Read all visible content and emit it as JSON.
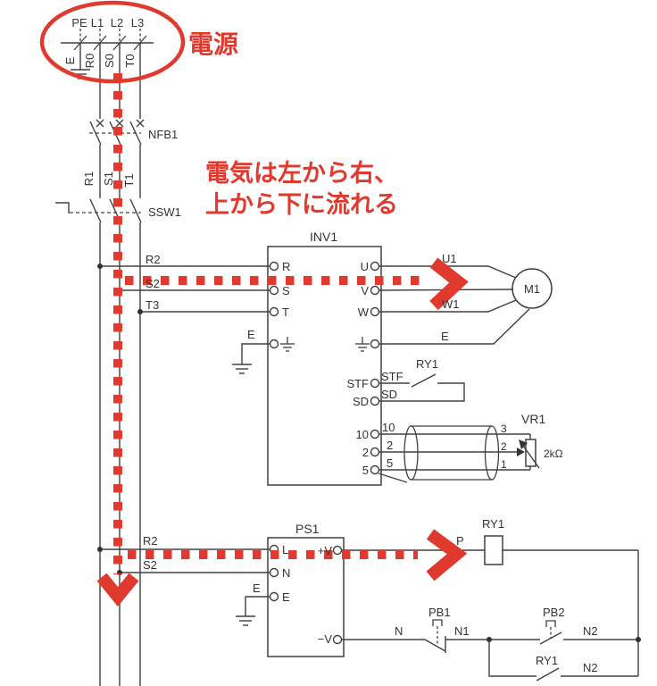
{
  "colors": {
    "accent_red": "#e03a2e",
    "line": "#404040"
  },
  "annotations": {
    "power_source": "電源",
    "flow_line1": "電気は左から右、",
    "flow_line2": "上から下に流れる"
  },
  "source": {
    "terminals": [
      "PE",
      "L1",
      "L2",
      "L3"
    ],
    "wires": [
      "E",
      "R0",
      "S0",
      "T0"
    ]
  },
  "nfb": {
    "label": "NFB1",
    "wires": [
      "R1",
      "S1",
      "T1"
    ]
  },
  "ssw": {
    "label": "SSW1"
  },
  "inv": {
    "label": "INV1",
    "in_wires": [
      "R2",
      "S2",
      "T3"
    ],
    "in_terms": [
      "R",
      "S",
      "T"
    ],
    "out_terms": [
      "U",
      "V",
      "W"
    ],
    "out_wires": [
      "U1",
      "W1"
    ],
    "earth_in": "E",
    "earth_out": "E",
    "ctrl_terms": [
      "STF",
      "SD",
      "10",
      "2",
      "5"
    ],
    "ctrl_wires": [
      "STF",
      "SD",
      "10",
      "2",
      "5"
    ]
  },
  "motor": {
    "label": "M1"
  },
  "ry_contact": {
    "label": "RY1"
  },
  "vr": {
    "label": "VR1",
    "value": "2kΩ",
    "terms": [
      "3",
      "2",
      "1"
    ]
  },
  "ps": {
    "label": "PS1",
    "in_wires": [
      "R2",
      "S2"
    ],
    "in_terms": [
      "L",
      "N",
      "E"
    ],
    "out_terms": [
      "+V",
      "−V"
    ],
    "earth": "E"
  },
  "relay": {
    "label": "RY1",
    "wire": "P"
  },
  "ctrl": {
    "wire_n": "N",
    "pb1": "PB1",
    "wire_n1": "N1",
    "pb2": "PB2",
    "wire_n2": "N2",
    "latch_label": "RY1",
    "latch_wire": "N2"
  }
}
